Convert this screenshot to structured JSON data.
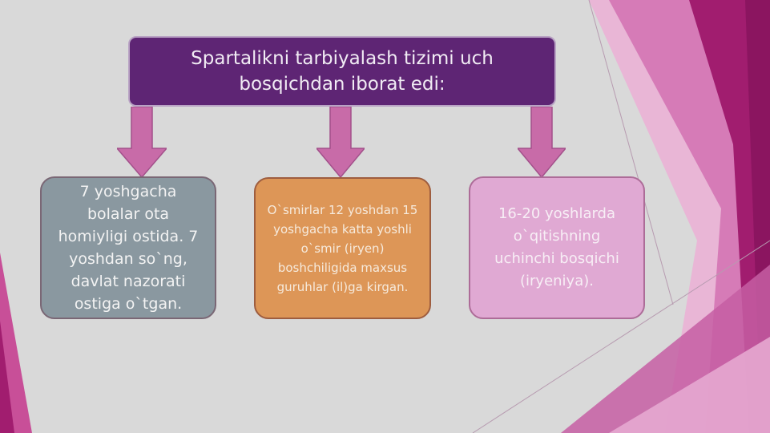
{
  "title": "Spartalikni tarbiyalash tizimi  uch bosqichdan iborat edi:",
  "stages": [
    {
      "text": "7 yoshgacha bolalar ota homiyligi  ostida. 7 yoshdan so`ng, davlat nazorati ostiga o`tgan."
    },
    {
      "text": "O`smirlar 12 yoshdan  15 yoshgacha katta yoshli o`smir (iryen) boshchiligida maxsus guruhlar (il)ga kirgan."
    },
    {
      "text": "16-20 yoshlarda o`qitishning uchinchi bosqichi (iryeniya)."
    }
  ],
  "colors": {
    "title_box": "#5e2574",
    "stage_1": "#8a98a0",
    "stage_2": "#dd9657",
    "stage_3": "#e0a9d3",
    "arrow": "#c86ba8",
    "accent_magenta": "#a11d6f"
  }
}
